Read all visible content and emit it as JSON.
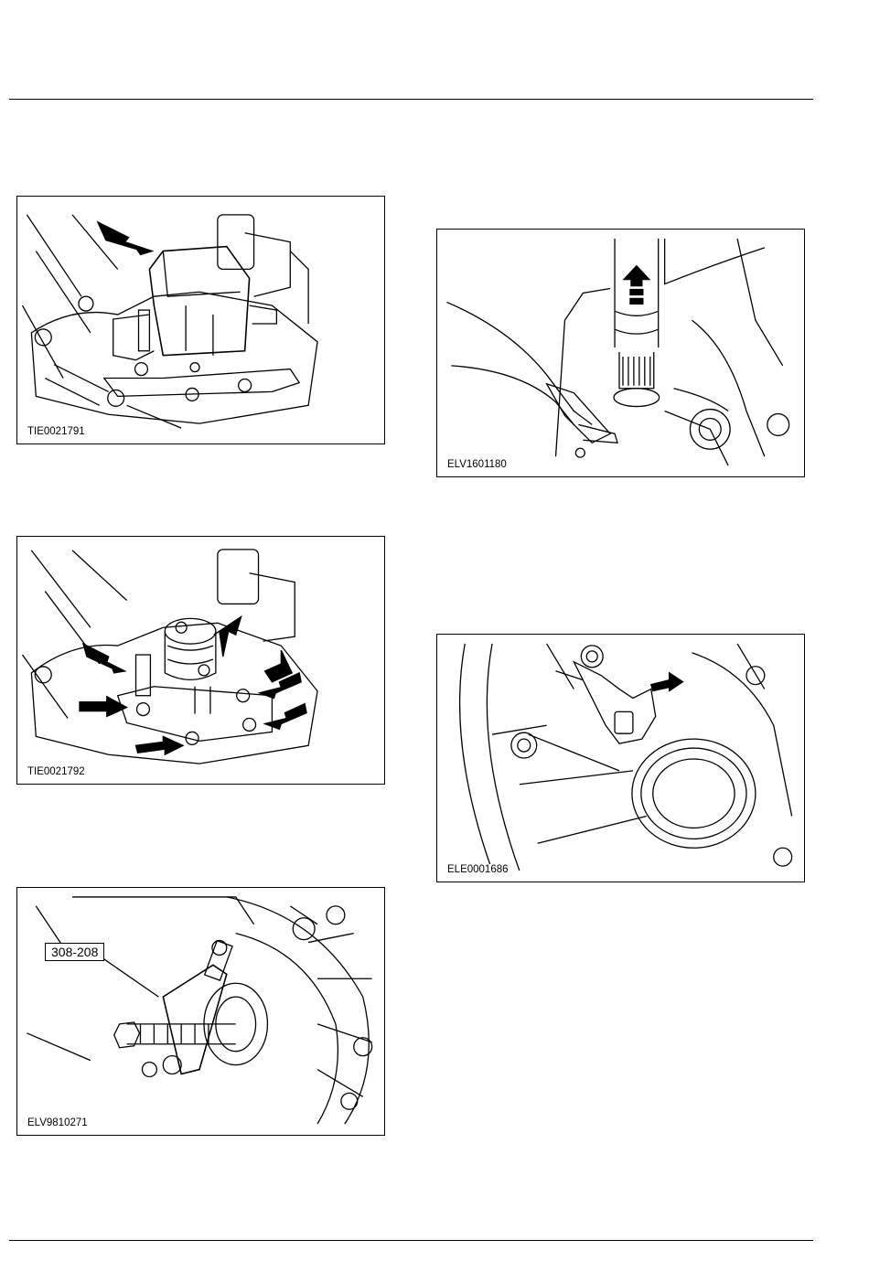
{
  "figures": [
    {
      "id": "fig1",
      "code": "TIE0021791"
    },
    {
      "id": "fig2",
      "code": "TIE0021792"
    },
    {
      "id": "fig3",
      "code": "ELV9810271",
      "tool_label": "308-208"
    },
    {
      "id": "fig4",
      "code": "ELV1601180"
    },
    {
      "id": "fig5",
      "code": "ELE0001686"
    }
  ],
  "colors": {
    "line": "#000000",
    "background": "#ffffff"
  }
}
